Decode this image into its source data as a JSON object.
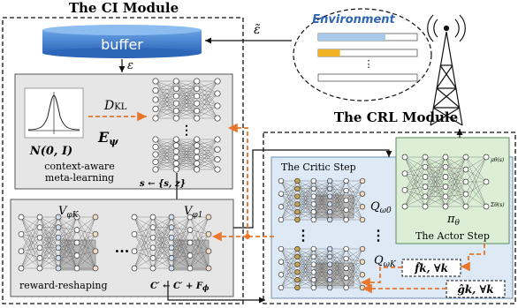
{
  "ci_module": {
    "title": "The CI Module",
    "buffer_label": "buffer",
    "epsilon_tilde": "ε̃",
    "epsilon": "ε",
    "dkl_label": "D",
    "dkl_sub": "KL",
    "encoder_label": "E",
    "encoder_sub": "ψ",
    "prior_label": "N(0, I)",
    "context_text_1": "context-aware",
    "context_text_2": "meta-learning",
    "state_text": "s ← {s, z}",
    "reward_label": "reward-reshaping",
    "v_label": "V",
    "v_sub_left": "φK",
    "v_sub_right": "φ1",
    "ellipsis": "···",
    "c_update": "C′ ← C′ + F",
    "c_update_sub": "ϕ"
  },
  "environment": {
    "title": "Environment",
    "bars": [
      {
        "fill_fraction": 0.68,
        "color": "#a9c9ea"
      },
      {
        "fill_fraction": 0.22,
        "color": "#f0b323"
      },
      {
        "fill_fraction": 0.0,
        "color": "#a9c9ea"
      }
    ],
    "bar_dots": "⋮"
  },
  "crl_module": {
    "title": "The CRL Module",
    "critic_title": "The Critic Step",
    "q_label": "Q",
    "q_sub_0": "ω0",
    "q_sub_k": "ωK",
    "vdots": "⋮",
    "actor_title": "The Actor Step",
    "pi_label": "π",
    "pi_sub": "θ",
    "mu_label": "μθ(s)",
    "sigma_label": "Σθ(s)",
    "f_label": "f̂k, ∀k",
    "g_label": "ĝk, ∀k"
  },
  "colors": {
    "orange": "#e8762c",
    "panel_gray": "#e6e6e6",
    "panel_blue": "#dde9f5",
    "panel_green": "#dcefd6",
    "buffer_blue": "#3f7fd0"
  }
}
